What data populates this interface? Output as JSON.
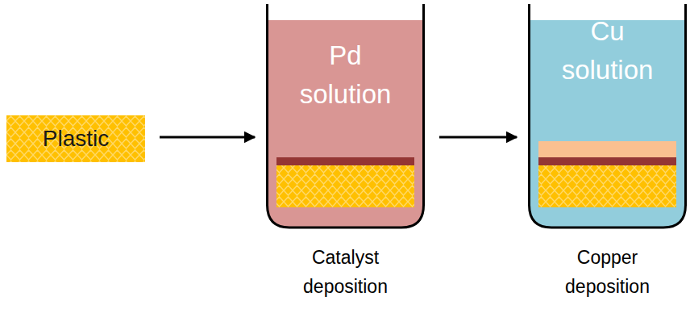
{
  "diagram": {
    "nodes": [
      {
        "text": [
          "Plastic"
        ]
      },
      {
        "text": [
          "Pd solution",
          "Catalyst deposition"
        ]
      },
      {
        "text": [
          "Cu solution",
          "Copper deposition"
        ]
      }
    ],
    "edges": [
      {
        "from": 0,
        "to": 1,
        "arrow": "to"
      },
      {
        "from": 1,
        "to": 2,
        "arrow": "to"
      }
    ]
  }
}
